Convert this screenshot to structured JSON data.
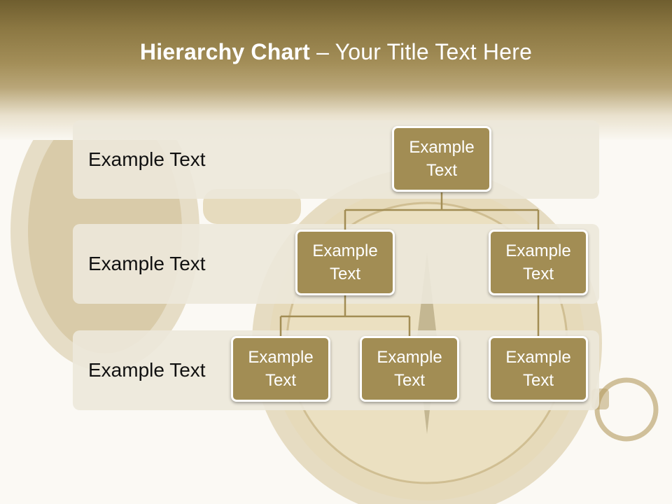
{
  "title": {
    "bold": "Hierarchy Chart",
    "rest": " – Your Title Text Here"
  },
  "colors": {
    "banner": "#8b7742",
    "node_fill": "#a28d54",
    "node_border": "#ffffff",
    "band_fill": "#ece8da",
    "connector": "#a28d54"
  },
  "levels": [
    {
      "label": "Example Text"
    },
    {
      "label": "Example Text"
    },
    {
      "label": "Example Text"
    }
  ],
  "nodes": {
    "root": {
      "text": "Example Text"
    },
    "level2_left": {
      "text": "Example Text"
    },
    "level2_right": {
      "text": "Example Text"
    },
    "level3_left": {
      "text": "Example Text"
    },
    "level3_middle": {
      "text": "Example Text"
    },
    "level3_right": {
      "text": "Example Text"
    }
  }
}
